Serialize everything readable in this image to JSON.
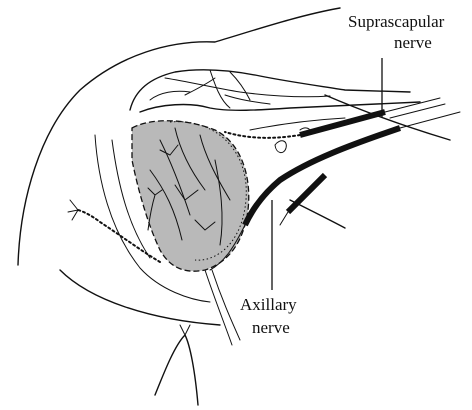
{
  "labels": {
    "suprascapular_line1": "Suprascapular",
    "suprascapular_line2": "nerve",
    "axillary_line1": "Axillary",
    "axillary_line2": "nerve"
  },
  "colors": {
    "ink": "#111111",
    "muscle_fill": "#b9b9b9",
    "background": "#ffffff"
  }
}
